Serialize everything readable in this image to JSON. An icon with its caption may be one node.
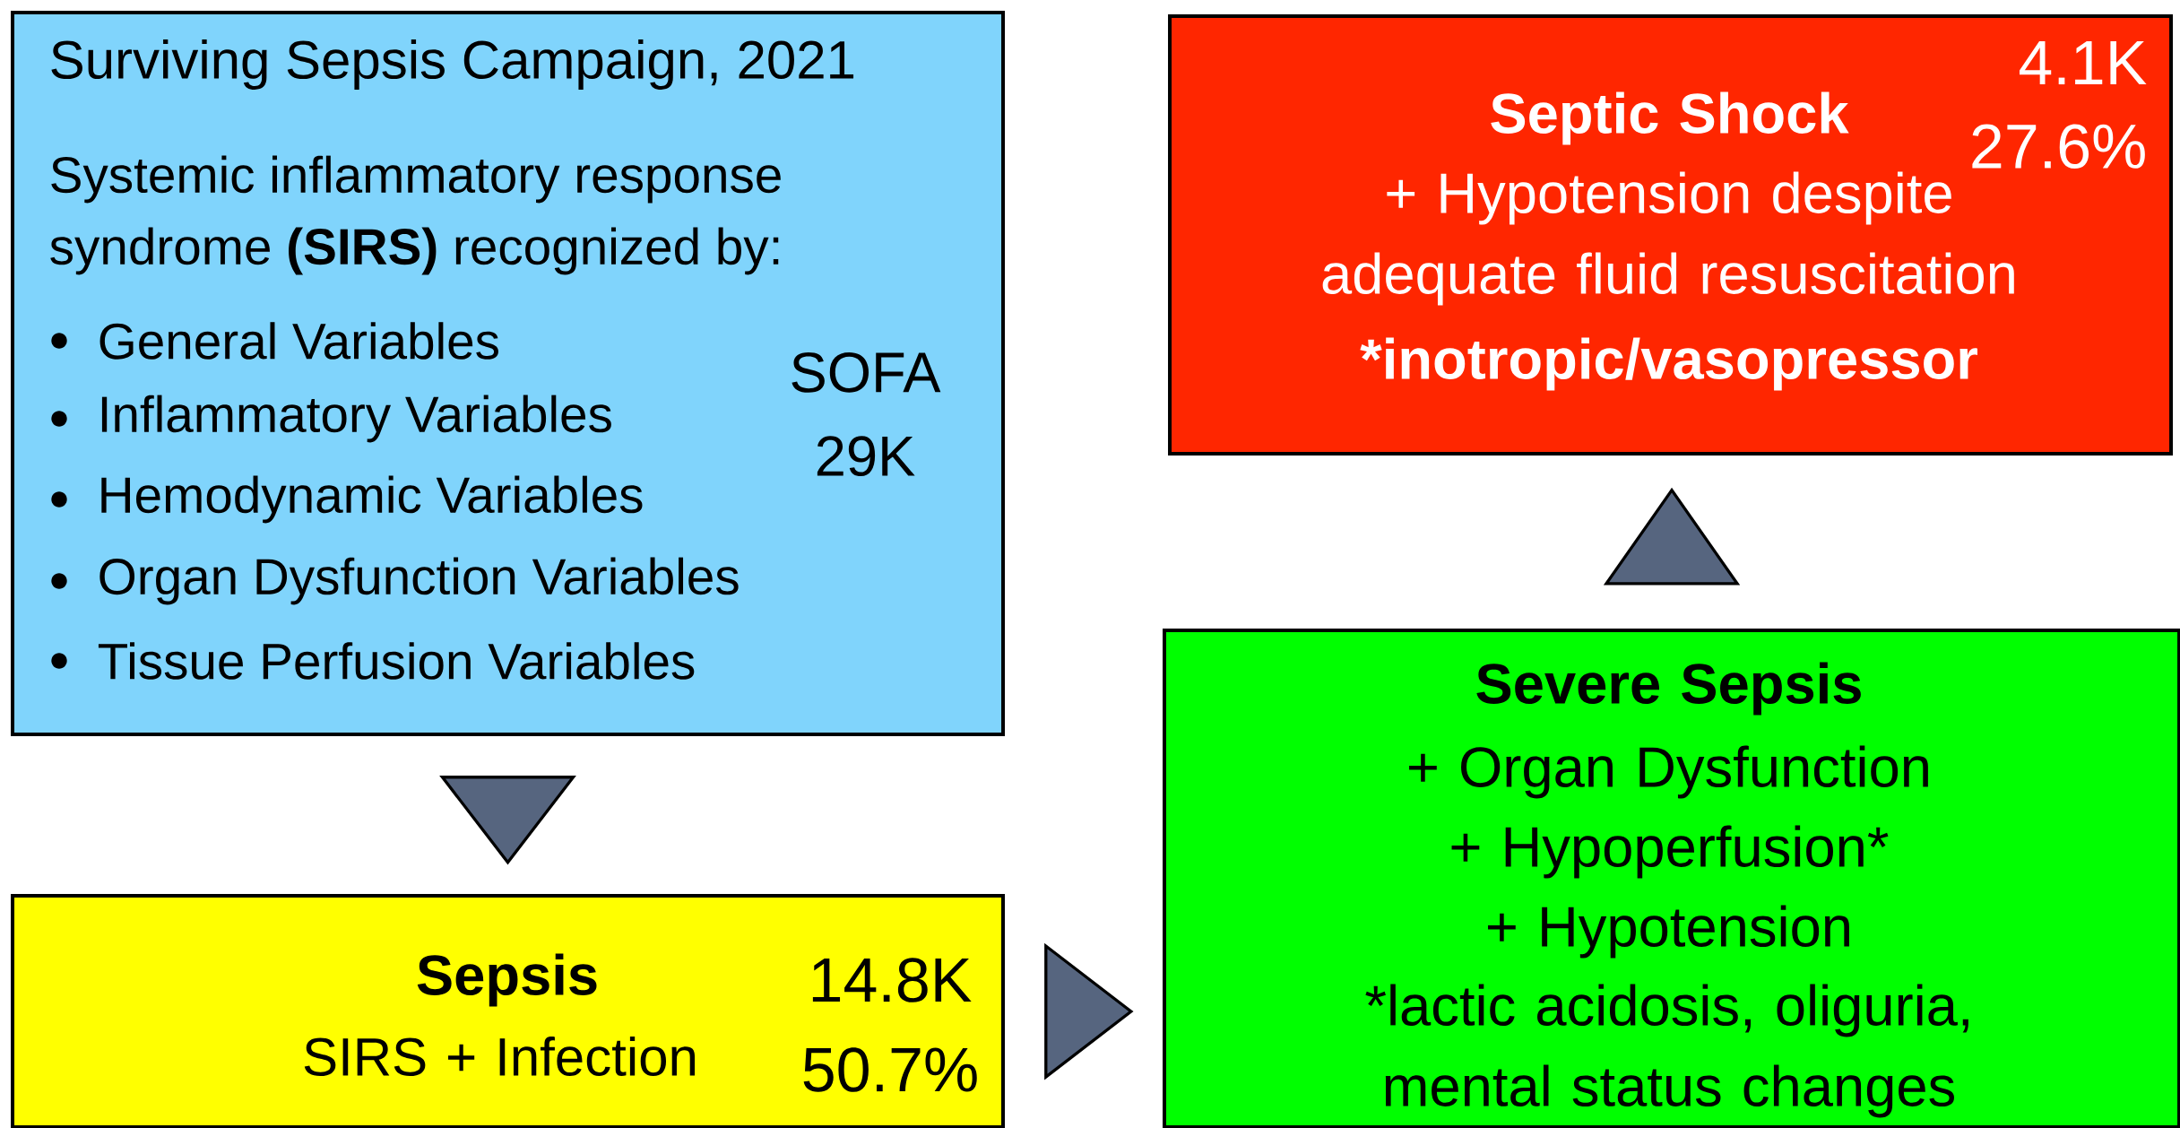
{
  "diagram": {
    "nodes": [
      {
        "text": [
          "Surviving Sepsis Campaign, 2021",
          "Systemic inflammatory response syndrome **(SIRS)** recognized by:",
          "General Variables",
          "Inflammatory Variables",
          "Hemodynamic Variables",
          "Organ Dysfunction Variables",
          "Tissue Perfusion Variables",
          "SOFA 29K"
        ]
      },
      {
        "text": [
          "Sepsis",
          "SIRS + Infection",
          "14.8K 50.7%"
        ]
      },
      {
        "text": [
          "Severe Sepsis",
          "+ Organ Dysfunction",
          "+ Hypoperfusion*",
          "+ Hypotension",
          "*lactic acidosis, oliguria, mental status changes"
        ]
      },
      {
        "text": [
          "Septic Shock",
          "+ Hypotension despite adequate fluid resuscitation",
          "*inotropic/vasopressor",
          "4.1K 27.6%"
        ]
      }
    ],
    "edges": [
      {
        "from": 0,
        "to": 1,
        "arrow": "to"
      },
      {
        "from": 1,
        "to": 2,
        "arrow": "to"
      },
      {
        "from": 2,
        "to": 3,
        "arrow": "to"
      }
    ]
  }
}
